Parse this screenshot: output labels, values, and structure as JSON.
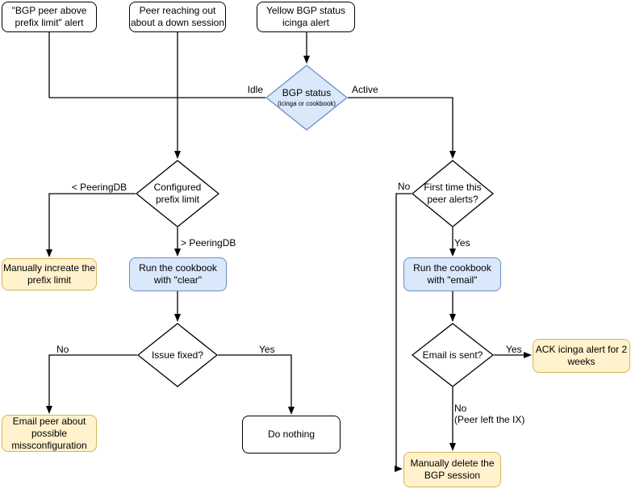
{
  "colors": {
    "manual_action_fill": "#fff2cc",
    "manual_action_border": "#d6b656",
    "cookbook_fill": "#dae8fc",
    "cookbook_border": "#6c8ebf",
    "default_fill": "#ffffff",
    "line": "#000000"
  },
  "nodes": {
    "alert_prefix_limit": "\"BGP peer above\nprefix limit\" alert",
    "peer_reaching_out": "Peer reaching out\nabout a down session",
    "yellow_bgp_alert": "Yellow BGP status\nicinga alert",
    "bgp_status": {
      "title": "BGP status",
      "subtitle": "(icinga or cookbook)"
    },
    "configured_prefix_limit": "Configured\nprefix limit",
    "manually_increate": "Manually increate the\nprefix limit",
    "run_cookbook_clear": "Run the cookbook\nwith \"clear\"",
    "issue_fixed": "Issue fixed?",
    "email_peer": "Email peer about\npossible\nmissconfiguration",
    "do_nothing": "Do nothing",
    "first_time_alerts": "First time this\npeer alerts?",
    "run_cookbook_email": "Run the cookbook\nwith \"email\"",
    "email_is_sent": "Email is sent?",
    "ack_icinga": "ACK icinga alert for 2\nweeks",
    "manually_delete": "Manually delete the\nBGP session"
  },
  "edge_labels": {
    "idle": "Idle",
    "active": "Active",
    "lt_peeringdb": "< PeeringDB",
    "gt_peeringdb": "> PeeringDB",
    "issue_no": "No",
    "issue_yes": "Yes",
    "first_no": "No",
    "first_yes": "Yes",
    "email_yes": "Yes",
    "email_no": "No\n(Peer left the IX)"
  }
}
